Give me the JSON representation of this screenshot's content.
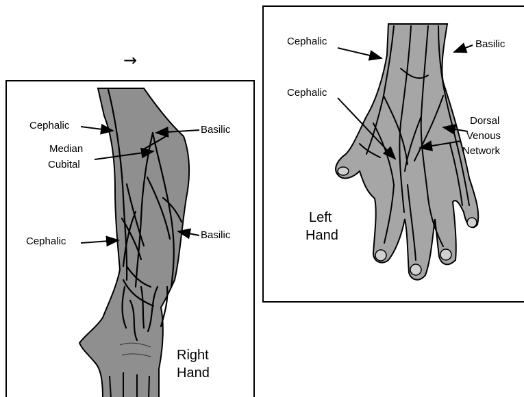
{
  "arrow_glyph": "→",
  "right_hand": {
    "title_line1": "Right",
    "title_line2": "Hand",
    "labels": {
      "cephalic_upper": "Cephalic",
      "median_cubital_line1": "Median",
      "median_cubital_line2": "Cubital",
      "basilic_upper": "Basilic",
      "cephalic_lower": "Cephalic",
      "basilic_lower": "Basilic"
    }
  },
  "left_hand": {
    "title_line1": "Left",
    "title_line2": "Hand",
    "labels": {
      "cephalic_top": "Cephalic",
      "basilic_top": "Basilic",
      "cephalic_mid": "Cephalic",
      "dorsal_line1": "Dorsal",
      "dorsal_line2": "Venous",
      "dorsal_line3": "Network"
    }
  },
  "colors": {
    "skin": "#8f8f8f",
    "vein": "#000000",
    "skin_light": "#a6a6a6"
  }
}
